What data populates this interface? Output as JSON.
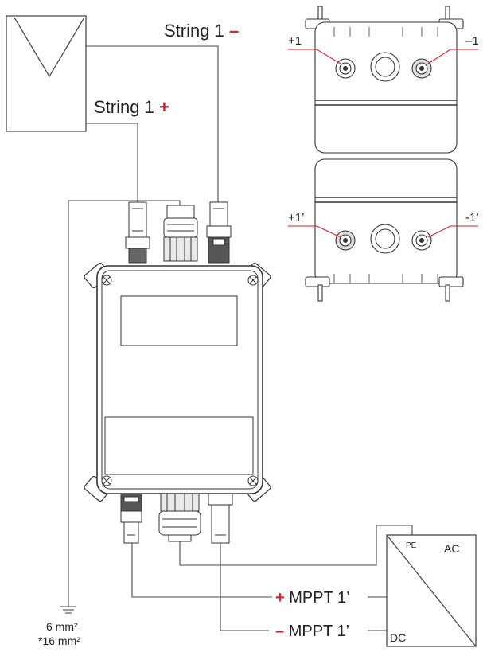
{
  "colors": {
    "accent": "#d2232a",
    "line": "#4a4a4a",
    "dark": "#333333"
  },
  "labels": {
    "string_minus_text": "String 1",
    "string_minus_sign": "–",
    "string_plus_text": "String 1",
    "string_plus_sign": "+",
    "top_left_conn": "+1",
    "top_right_conn": "–1",
    "bottom_left_conn": "+1’",
    "bottom_right_conn": "-1’",
    "mppt_plus_sign": "+",
    "mppt_plus_text": "MPPT 1’",
    "mppt_minus_sign": "–",
    "mppt_minus_text": "MPPT 1’",
    "inverter_pe": "PE",
    "inverter_ac": "AC",
    "inverter_dc": "DC",
    "ground_size_1": "6 mm²",
    "ground_size_2": "*16 mm²"
  }
}
